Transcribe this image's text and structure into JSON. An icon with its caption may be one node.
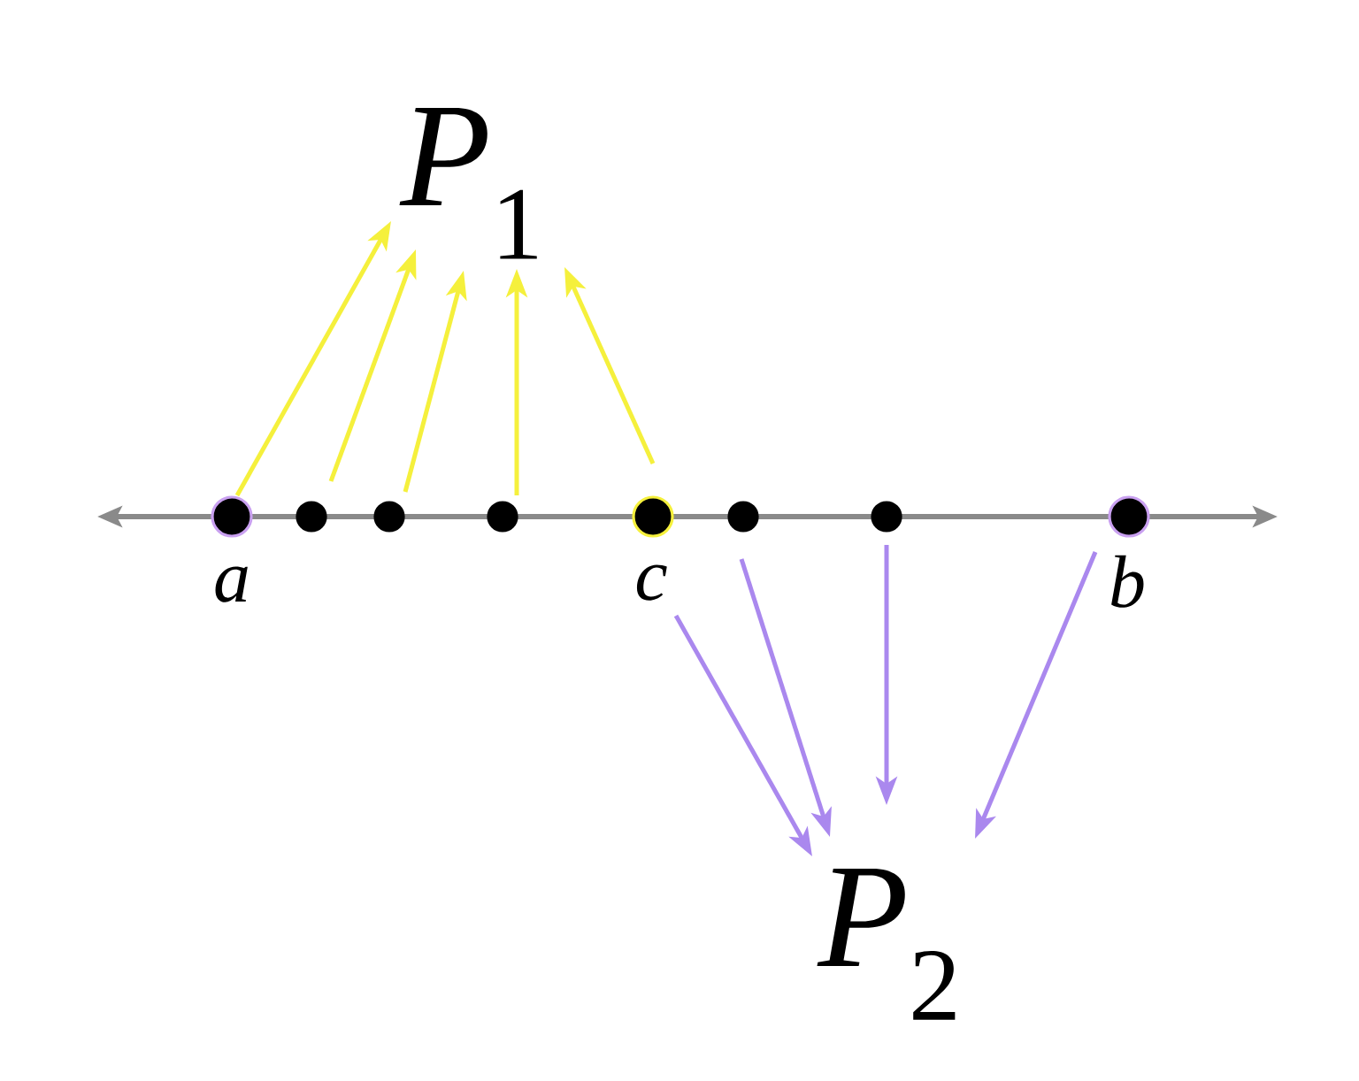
{
  "diagram": {
    "nodes": [
      {
        "text": [
          "*P*$_{1}$"
        ]
      },
      {
        "text": [],
        "shape": "circle",
        "beside": [
          "a"
        ]
      },
      {
        "text": [],
        "shape": "circle"
      },
      {
        "text": [],
        "shape": "circle"
      },
      {
        "text": [],
        "shape": "circle"
      },
      {
        "text": [],
        "shape": "circle",
        "beside": [
          "c"
        ]
      },
      {
        "text": [],
        "shape": "circle"
      },
      {
        "text": [],
        "shape": "circle"
      },
      {
        "text": [],
        "shape": "circle",
        "beside": [
          "b"
        ]
      },
      {
        "text": [
          "*P*$_{2}$"
        ]
      }
    ],
    "edges": [
      {
        "from": 1,
        "to": 0,
        "arrow": "to"
      },
      {
        "from": 2,
        "to": 0,
        "arrow": "to"
      },
      {
        "from": 3,
        "to": 0,
        "arrow": "to"
      },
      {
        "from": 4,
        "to": 0,
        "arrow": "to"
      },
      {
        "from": 5,
        "to": 0,
        "arrow": "to"
      },
      {
        "from": 5,
        "to": 9,
        "arrow": "to",
        "color": "#aa88ee"
      },
      {
        "from": 6,
        "to": 9,
        "arrow": "to",
        "color": "#aa88ee"
      },
      {
        "from": 7,
        "to": 9,
        "arrow": "to",
        "color": "#aa88ee"
      },
      {
        "from": 8,
        "to": 9,
        "arrow": "to",
        "color": "#aa88ee"
      }
    ]
  }
}
